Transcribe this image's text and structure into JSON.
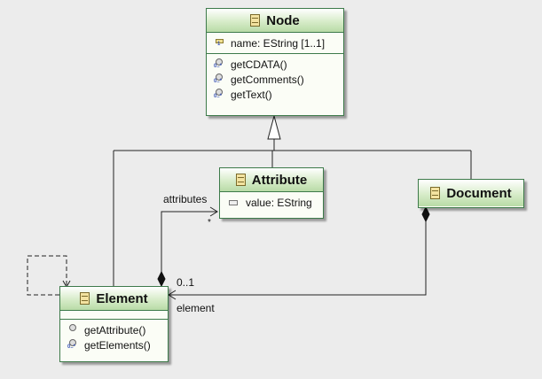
{
  "classes": {
    "node": {
      "name": "Node",
      "attributes": [
        "name: EString [1..1]"
      ],
      "operations": [
        "getCDATA()",
        "getComments()",
        "getText()"
      ]
    },
    "attribute": {
      "name": "Attribute",
      "attributes": [
        "value: EString"
      ]
    },
    "document": {
      "name": "Document"
    },
    "element": {
      "name": "Element",
      "operations": [
        "getAttribute()",
        "getElements()"
      ]
    }
  },
  "edges": {
    "attributes_role": "attributes",
    "attributes_multiplicity": "*",
    "element_multiplicity": "0..1",
    "element_role": "element"
  },
  "colors": {
    "background": "#ececec",
    "class_border": "#3d7a4a",
    "class_fill": "#fbfdf6",
    "header_fill": "#c9e4b8",
    "line": "#222222"
  }
}
